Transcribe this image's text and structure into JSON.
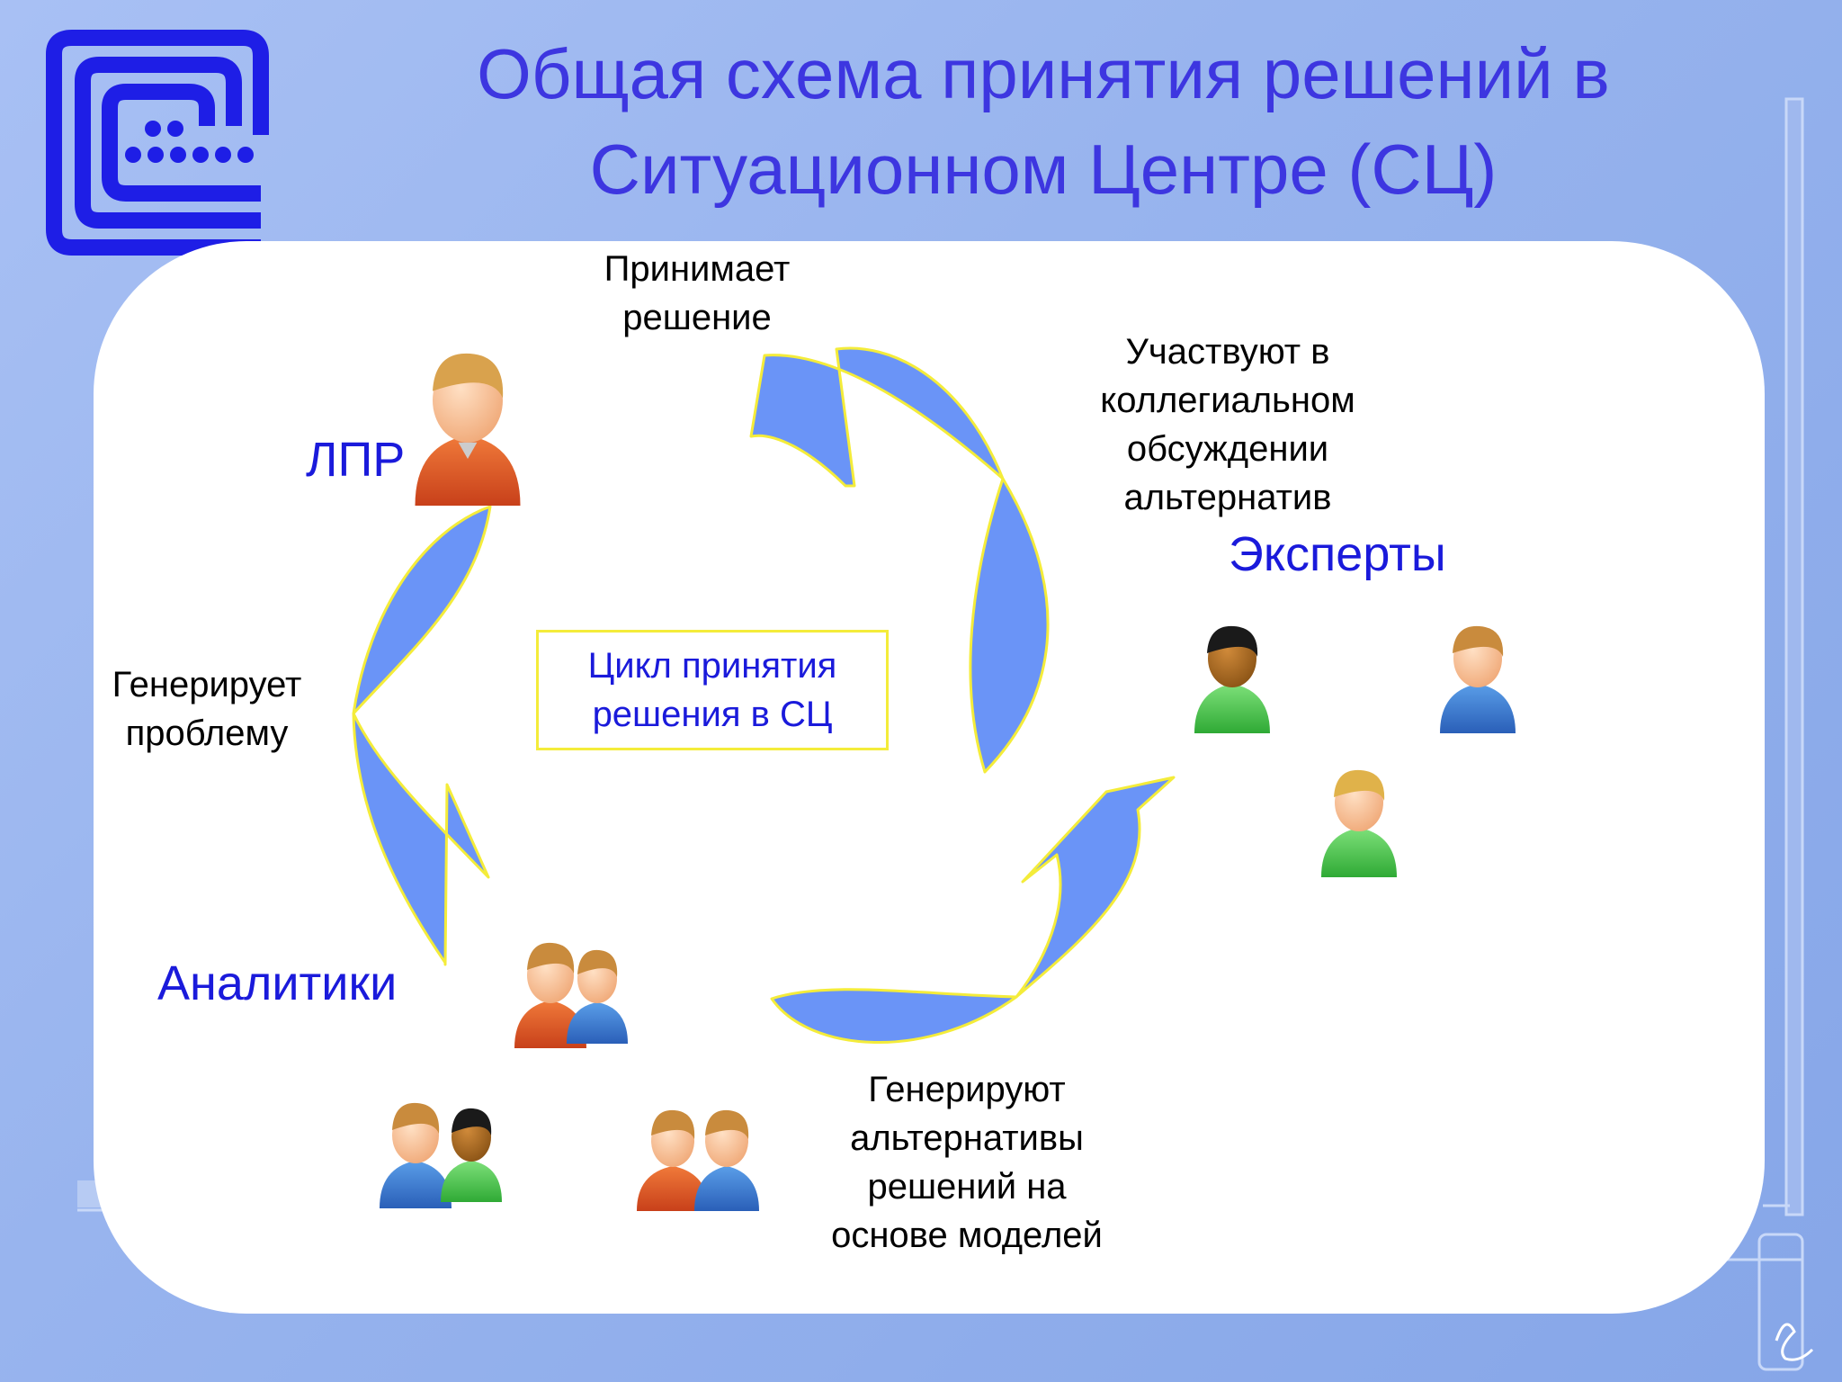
{
  "title": {
    "line1": "Общая схема принятия решений в",
    "line2": "Ситуационном Центре (СЦ)"
  },
  "roles": {
    "lpr": "ЛПР",
    "experts": "Эксперты",
    "analysts": "Аналитики"
  },
  "labels": {
    "decide_1": "Принимает",
    "decide_2": "решение",
    "discuss_1": "Участвуют в",
    "discuss_2": "коллегиальном",
    "discuss_3": "обсуждении",
    "discuss_4": "альтернатив",
    "problem_1": "Генерирует",
    "problem_2": "проблему",
    "alt_1": "Генерируют",
    "alt_2": "альтернативы",
    "alt_3": "решений на",
    "alt_4": "основе моделей"
  },
  "center": {
    "line1": "Цикл принятия",
    "line2": "решения в СЦ"
  },
  "colors": {
    "title": "#3d36e0",
    "role_text": "#1a1adb",
    "arrow_fill": "#6a94f7",
    "arrow_stroke": "#f4ec3a",
    "logo": "#1e1ee6"
  },
  "icons": [
    "logo-icon",
    "person-icon",
    "group-icon",
    "author-mark-icon"
  ]
}
